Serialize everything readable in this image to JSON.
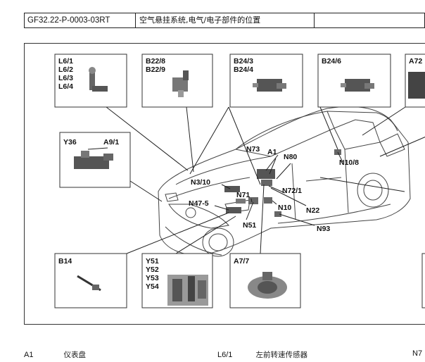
{
  "header": {
    "doc_code": "GF32.22-P-0003-03RT",
    "title": "空气悬挂系统,电气/电子部件的位置"
  },
  "callouts": {
    "box_l6": [
      "L6/1",
      "L6/2",
      "L6/3",
      "L6/4"
    ],
    "box_b22": [
      "B22/8",
      "B22/9"
    ],
    "box_b24_3": [
      "B24/3",
      "B24/4"
    ],
    "box_b24_6": [
      "B24/6"
    ],
    "box_a72": [
      "A72"
    ],
    "box_y36": [
      "Y36",
      "A9/1"
    ],
    "box_b14": [
      "B14"
    ],
    "box_y51": [
      "Y51",
      "Y52",
      "Y53",
      "Y54"
    ],
    "box_a7": [
      "A7/7"
    ]
  },
  "car_labels": {
    "n73": "N73",
    "a1": "A1",
    "n80": "N80",
    "n10_8": "N10/8",
    "n3_10": "N3/10",
    "n71": "N71",
    "n72_1": "N72/1",
    "n47_5": "N47-5",
    "n10": "N10",
    "n22": "N22",
    "n51": "N51",
    "n93": "N93"
  },
  "legend": [
    {
      "code": "A1",
      "text": "仪表盘"
    },
    {
      "code": "L6/1",
      "text": "左前转速传感器"
    },
    {
      "code": "N7",
      "text": ""
    }
  ]
}
